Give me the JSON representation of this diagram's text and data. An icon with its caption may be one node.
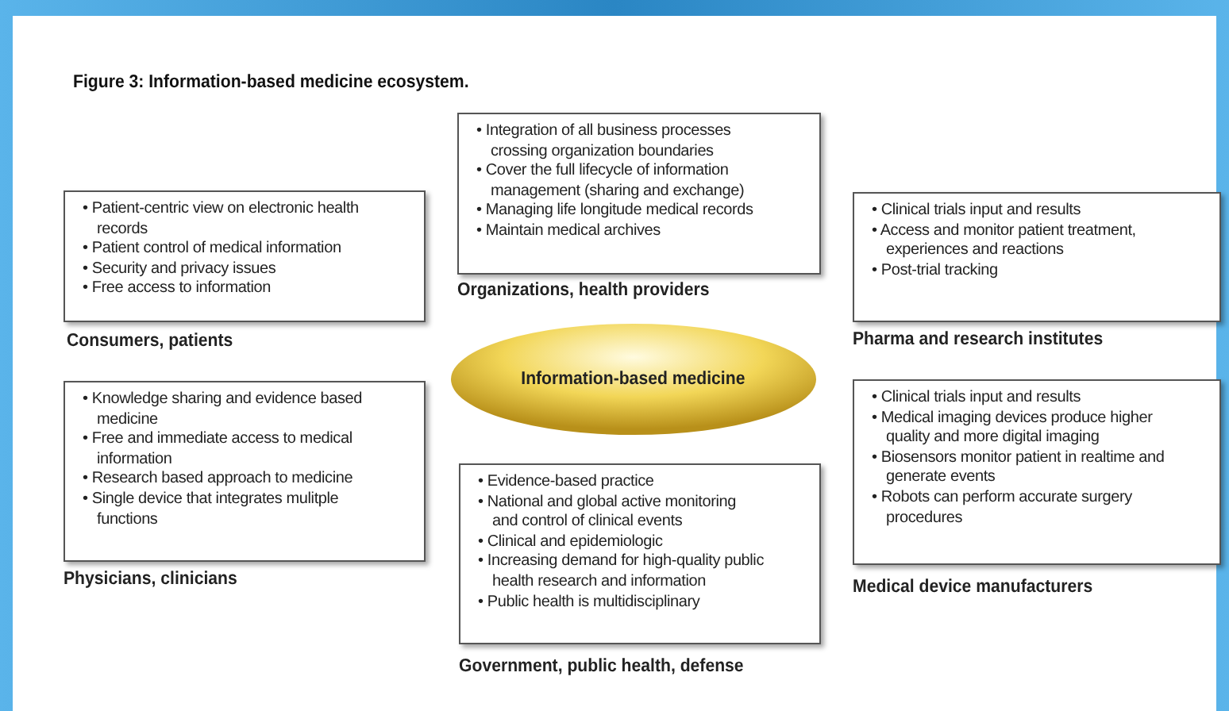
{
  "diagram": {
    "title": "Figure 3: Information-based medicine ecosystem.",
    "nodes": [
      {
        "text": [
          "• Patient-centric view on electronic health records",
          "• Patient control of medical information",
          "• Security and privacy issues",
          "• Free access to information"
        ],
        "beside": [
          "Consumers, patients"
        ]
      },
      {
        "text": [
          "• Integration of all business processes crossing organization boundaries",
          "• Cover the full lifecycle of information management (sharing and exchange)",
          "• Managing life longitude medical records",
          "• Maintain medical archives"
        ],
        "beside": [
          "Organizations, health providers"
        ]
      },
      {
        "text": [
          "• Clinical trials input and results",
          "• Access and monitor patient treatment, experiences and reactions",
          "• Post-trial tracking"
        ],
        "beside": [
          "Pharma and research institutes"
        ]
      },
      {
        "text": [
          "Information-based medicine"
        ]
      },
      {
        "text": [
          "• Knowledge sharing and evidence based medicine",
          "• Free and immediate access to medical information",
          "• Research based approach to medicine",
          "• Single device that integrates mulitple functions"
        ],
        "beside": [
          "Physicians, clinicians"
        ]
      },
      {
        "text": [
          "• Evidence-based practice",
          "• National and global active monitoring and control of clinical events",
          "• Clinical and epidemiologic",
          "• Increasing demand for high-quality public health research and information",
          "• Public health is multidisciplinary"
        ],
        "beside": [
          "Government, public health, defense"
        ]
      },
      {
        "text": [
          "• Clinical trials input and results",
          "• Medical imaging devices produce higher quality and more digital imaging",
          "• Biosensors monitor patient in realtime and generate events",
          "• Robots can perform accurate surgery procedures"
        ],
        "beside": [
          "Medical device manufacturers"
        ]
      }
    ]
  }
}
